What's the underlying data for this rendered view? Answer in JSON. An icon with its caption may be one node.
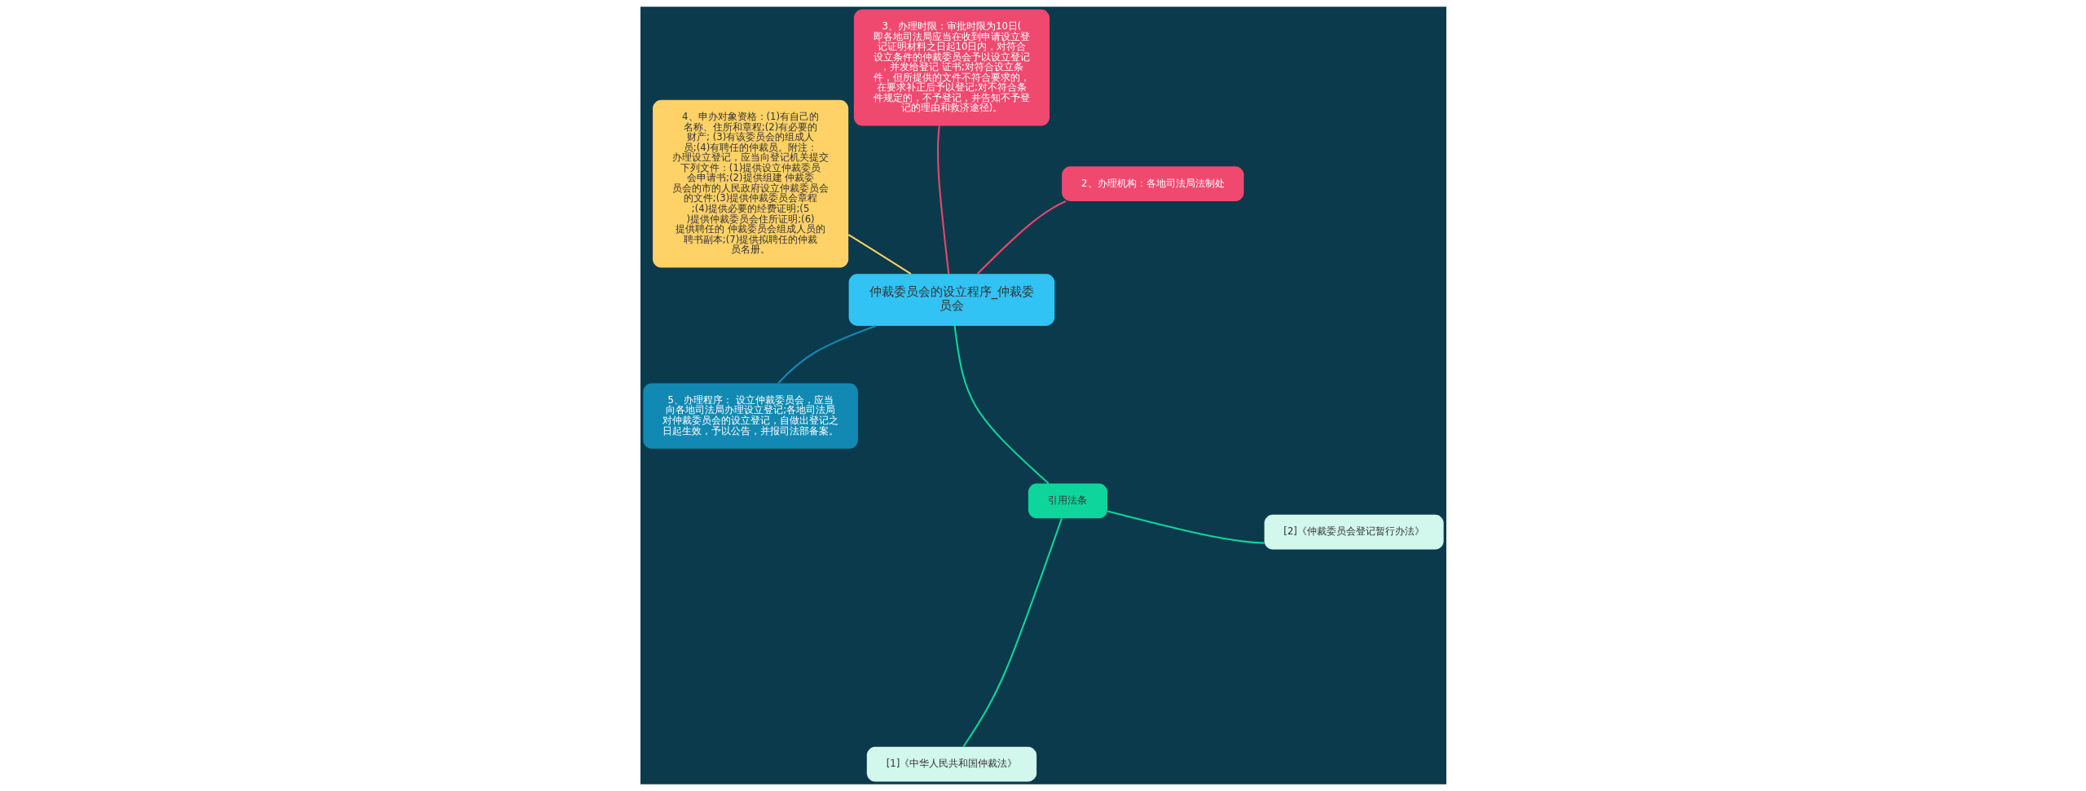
{
  "diagram": {
    "nodes": [
      {
        "text": [
          "仲裁委员会的设立程序_仲裁委员会"
        ]
      },
      {
        "text": [
          "2、办理机构：各地司法局法制处"
        ]
      },
      {
        "text": [
          "3、办理时限：审批时限为10日(即各地司法局应当在收到申请设立登记证明材料之日起10日内，对符合设立条件的仲裁委员会予以设立登记，并发给登记 证书;对符合设立条件，但所提供的文件不符合要求的，在要求补正后予以登记;对不符合条件规定的，不予登记，并告知不予登记的理由和救济途径)。"
        ]
      },
      {
        "text": [
          "4、申办对象资格：(1)有自己的名称、住所和章程;(2)有必要的财产; (3)有该委员会的组成人员;(4)有聘任的仲裁员。附注：办理设立登记，应当向登记机关提交下列文件：(1)提供设立仲裁委员会申请书;(2)提供组建 仲裁委员会的市的人民政府设立仲裁委员会的文件;(3)提供仲裁委员会章程;(4)提供必要的经费证明;(5)提供仲裁委员会住所证明;(6)提供聘任的 仲裁委员会组成人员的聘书副本;(7)提供拟聘任的仲裁员名册。"
        ]
      },
      {
        "text": [
          "5、办理程序： 设立仲裁委员会，应当向各地司法局办理设立登记;各地司法局对仲裁委员会的设立登记，自做出登记之日起生效，予以公告，并报司法部备案。"
        ]
      },
      {
        "text": [
          "引用法条"
        ]
      },
      {
        "text": [
          "[1]《中华人民共和国仲裁法》"
        ]
      },
      {
        "text": [
          "[2]《仲裁委员会登记暂行办法》"
        ]
      }
    ],
    "edges": [
      {
        "from": 0,
        "to": 1,
        "arrow": "none",
        "color": "#e8476d"
      },
      {
        "from": 0,
        "to": 2,
        "arrow": "none",
        "color": "#e8476d"
      },
      {
        "from": 0,
        "to": 3,
        "arrow": "none",
        "color": "#fed266"
      },
      {
        "from": 0,
        "to": 4,
        "arrow": "none",
        "color": "#1289b3"
      },
      {
        "from": 0,
        "to": 5,
        "arrow": "none",
        "color": "#0ed59c"
      },
      {
        "from": 5,
        "to": 6,
        "arrow": "none",
        "color": "#0ed59c"
      },
      {
        "from": 5,
        "to": 7,
        "arrow": "none",
        "color": "#0ed59c"
      }
    ]
  }
}
